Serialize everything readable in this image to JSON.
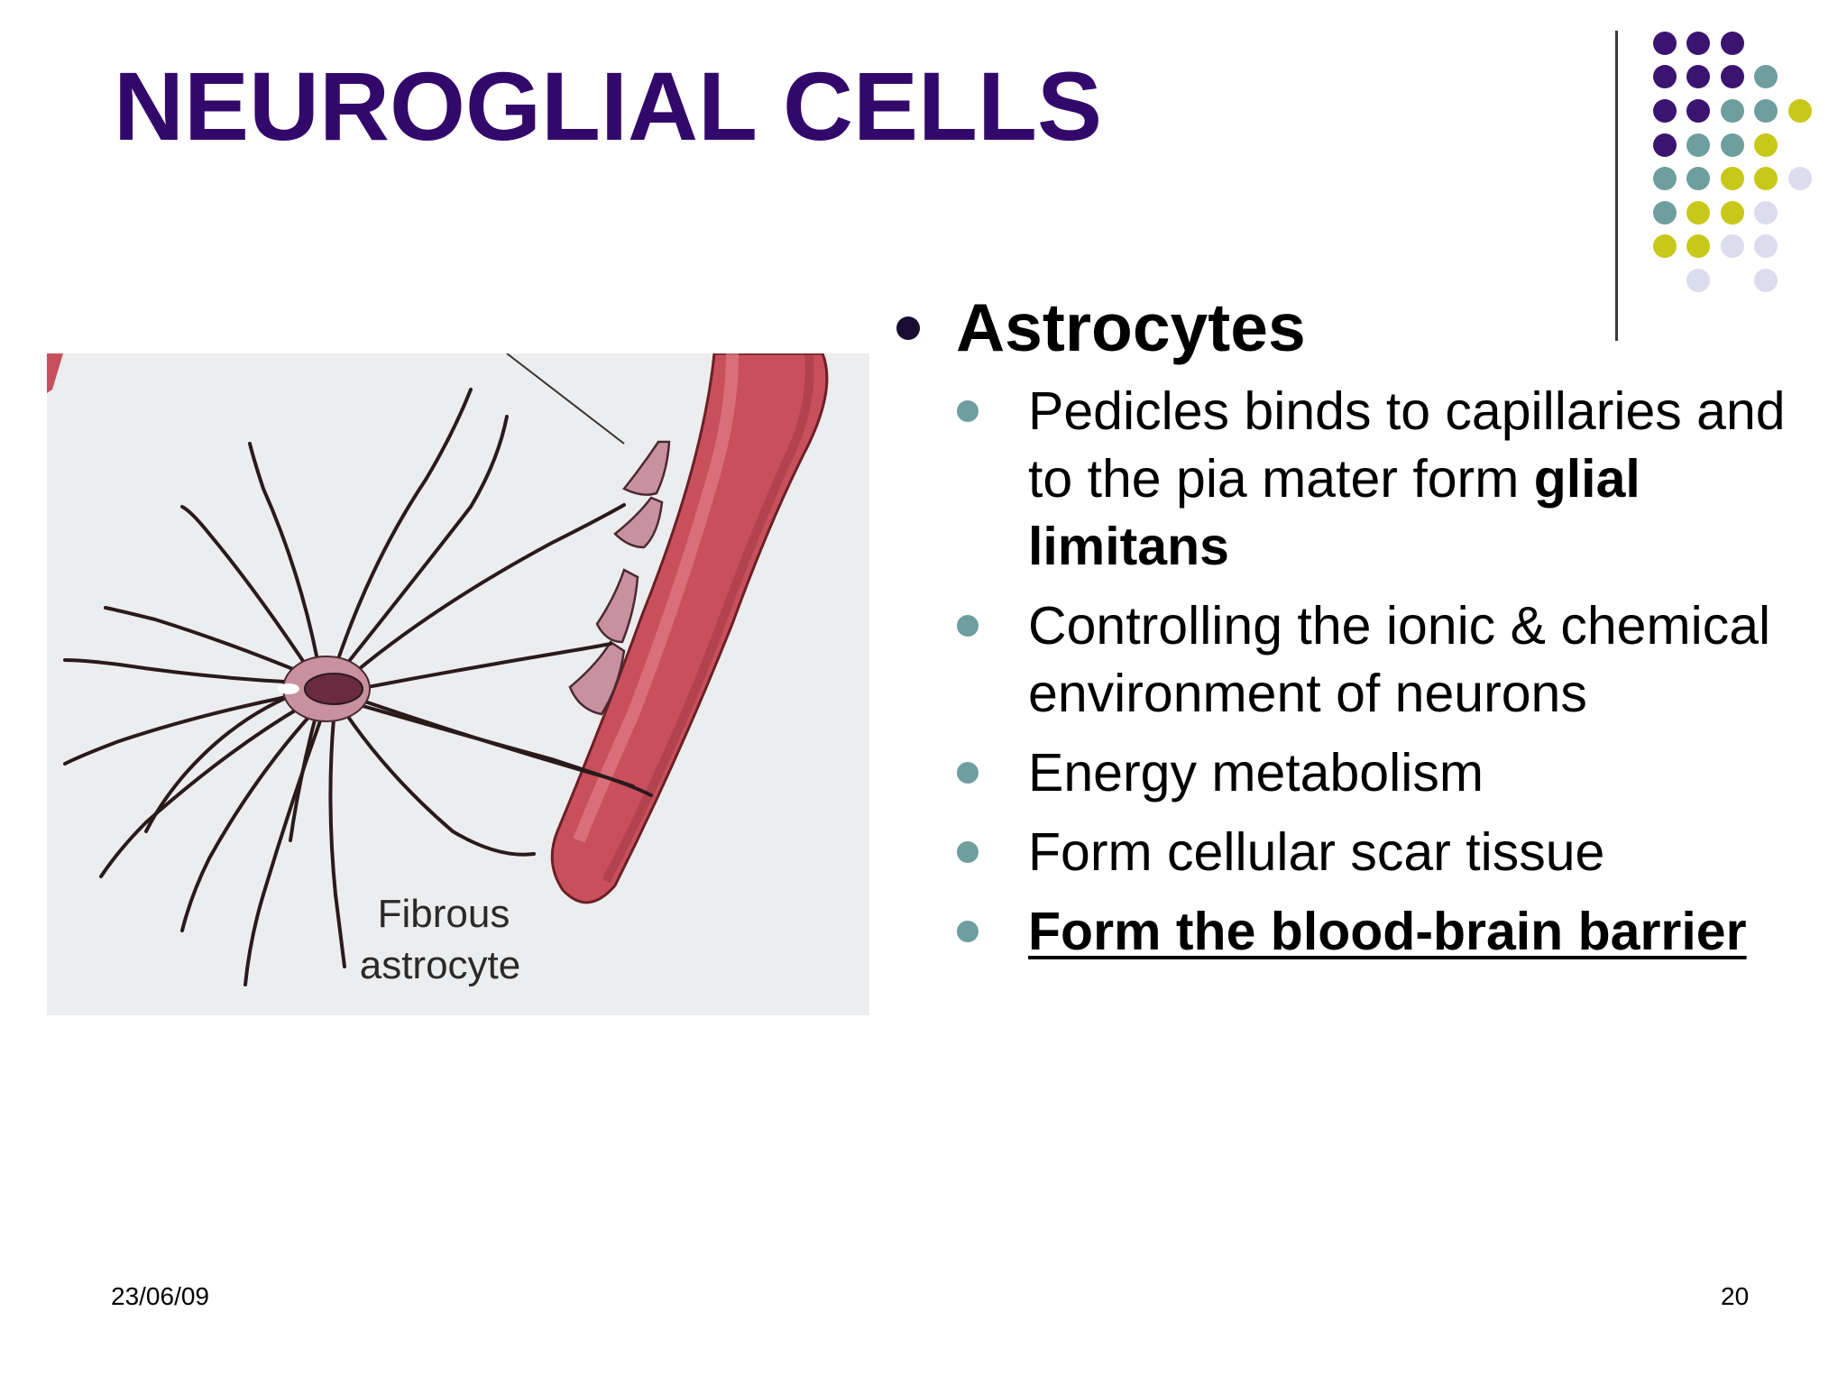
{
  "slide": {
    "title": "NEUROGLIAL CELLS",
    "date": "23/06/09",
    "page_number": "20"
  },
  "content": {
    "heading": "Astrocytes",
    "bullets": [
      {
        "text": "Pedicles binds to capillaries and to the pia mater form",
        "bold_text": "glial limitans"
      },
      {
        "text": "Controlling the ionic & chemical environment of neurons"
      },
      {
        "text": "Energy metabolism"
      },
      {
        "text": "Form cellular scar tissue"
      },
      {
        "bold_underlined_text": "Form the blood-brain barrier"
      }
    ]
  },
  "figure": {
    "label_line1": "Fibrous",
    "label_line2": "astrocyte"
  },
  "colors": {
    "title": "#33086b",
    "dot_purple": "#3a1470",
    "dot_teal": "#6e9e9e",
    "dot_lime": "#c8c81a",
    "dot_lavender": "#dcdcee",
    "vessel": "#c8505c",
    "cell": "#c890a0"
  }
}
